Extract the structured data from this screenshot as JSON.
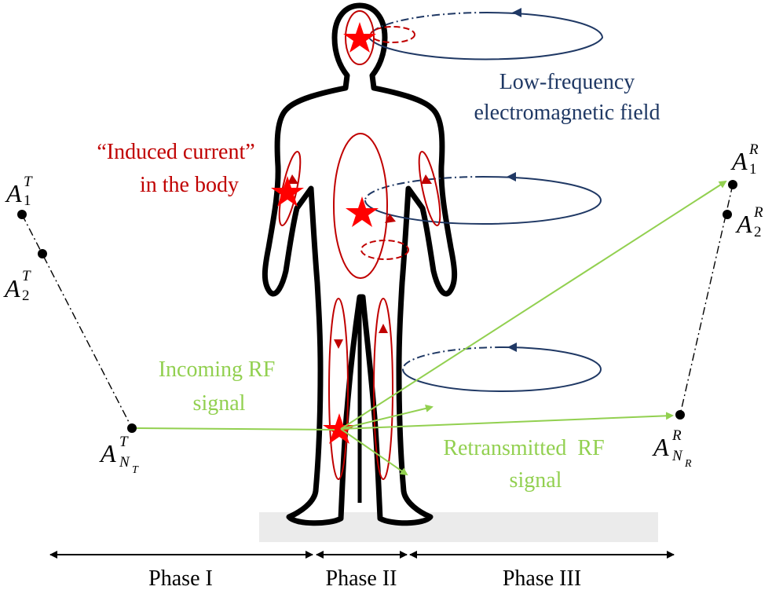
{
  "labels": {
    "lf_field_line1": "Low-frequency",
    "lf_field_line2": "electromagnetic field",
    "induced_line1": "“Induced current”",
    "induced_line2": "in the body",
    "incoming_line1": "Incoming RF",
    "incoming_line2": "signal",
    "retrans_line1": "Retransmitted  RF",
    "retrans_line2": "signal"
  },
  "antennas": {
    "tx": {
      "letter": "A",
      "first_sup": "T",
      "first_sub": "1",
      "second_sup": "T",
      "second_sub": "2",
      "last_sup": "T",
      "last_sub": "N",
      "last_subsub": "T"
    },
    "rx": {
      "letter": "A",
      "first_sup": "R",
      "first_sub": "1",
      "second_sup": "R",
      "second_sub": "2",
      "last_sup": "R",
      "last_sub": "N",
      "last_subsub": "R"
    }
  },
  "phases": {
    "phase1": "Phase I",
    "phase2": "Phase II",
    "phase3": "Phase III"
  },
  "colors": {
    "field_blue": "#1f3864",
    "current_red": "#c00000",
    "star_red": "#ff0000",
    "signal_green": "#92d050",
    "body_black": "#000000",
    "floor_gray": "#ebebeb"
  }
}
